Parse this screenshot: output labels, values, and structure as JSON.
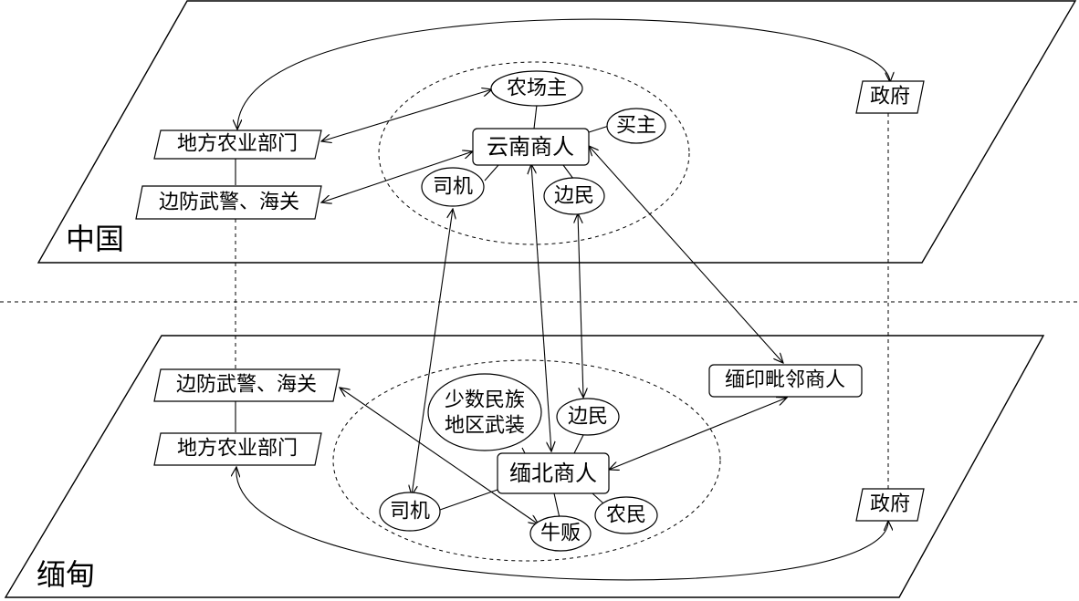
{
  "colors": {
    "stroke": "#000000",
    "background": "#ffffff"
  },
  "china": {
    "region_label": "中国",
    "yunnan_merchant": "云南商人",
    "farm_owner": "农场主",
    "buyer": "买主",
    "driver": "司机",
    "border_resident": "边民",
    "local_agri_dept": "地方农业部门",
    "border_police_customs": "边防武警、海关",
    "government": "政府"
  },
  "myanmar": {
    "region_label": "缅甸",
    "north_myanmar_merchant": "缅北商人",
    "ethnic_armed_line1": "少数民族",
    "ethnic_armed_line2": "地区武装",
    "border_resident": "边民",
    "driver": "司机",
    "cattle_dealer": "牛贩",
    "farmer": "农民",
    "local_agri_dept": "地方农业部门",
    "border_police_customs": "边防武警、海关",
    "government": "政府"
  },
  "external": {
    "mm_india_neighbor_merchants": "缅印毗邻商人"
  }
}
